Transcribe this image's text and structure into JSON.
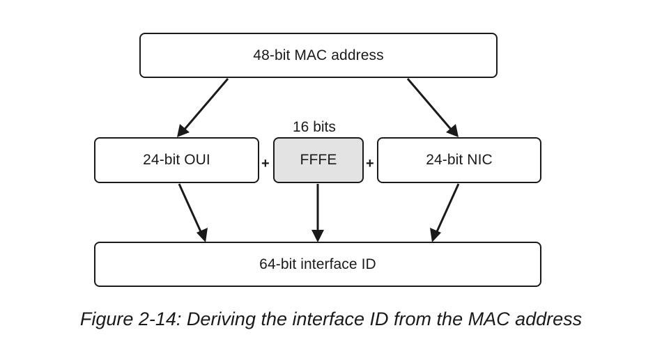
{
  "nodes": {
    "mac": "48-bit MAC address",
    "oui": "24-bit OUI",
    "fffe": "FFFE",
    "nic": "24-bit NIC",
    "interface_id": "64-bit interface ID"
  },
  "fffe_size_label": "16 bits",
  "plus_left": "+",
  "plus_right": "+",
  "caption": "Figure 2-14: Deriving the interface ID from the MAC address",
  "edges": [
    {
      "from": "mac",
      "to": "oui"
    },
    {
      "from": "mac",
      "to": "nic"
    },
    {
      "from": "oui",
      "to": "interface_id"
    },
    {
      "from": "fffe",
      "to": "interface_id"
    },
    {
      "from": "nic",
      "to": "interface_id"
    }
  ],
  "colors": {
    "stroke": "#1a1a1a",
    "fffe_fill": "#e3e3e3"
  }
}
